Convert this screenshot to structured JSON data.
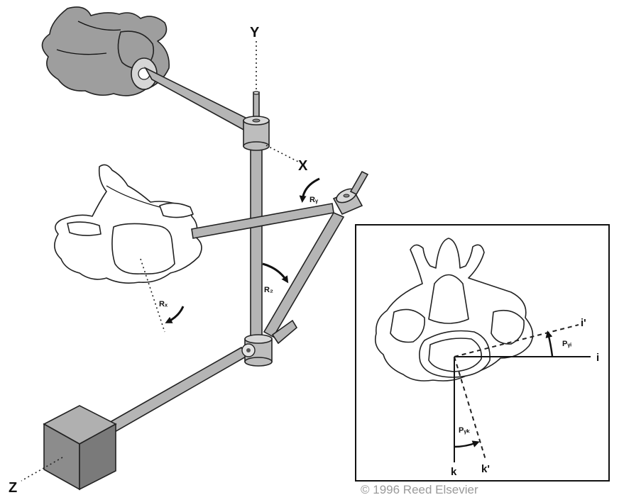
{
  "axes": {
    "y": "Y",
    "x": "X",
    "z": "Z"
  },
  "rotations": {
    "ry": "Rᵧ",
    "rz": "R₂",
    "rx": "Rₓ"
  },
  "inset": {
    "i": "i",
    "i_prime": "i'",
    "k": "k",
    "k_prime": "k'",
    "pyi": "Pᵧᵢ",
    "pyk": "Pᵧₖ"
  },
  "copyright": "© 1996 Reed Elsevier",
  "colors": {
    "rod": "#b5b5b5",
    "vertebra_gray": "#9e9e9e",
    "cube": "#8c8c8c",
    "outline": "#222222"
  }
}
